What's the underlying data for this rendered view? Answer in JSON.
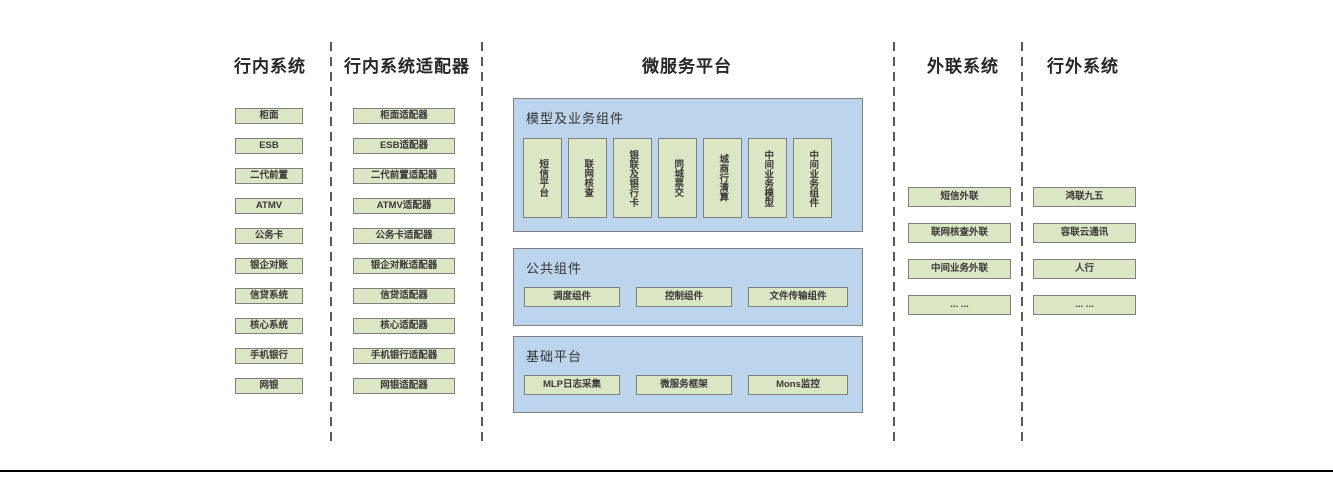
{
  "colors": {
    "box_fill": "#dbe6c5",
    "box_border": "#7f7f7f",
    "panel_fill": "#bdd5ec",
    "panel_border": "#808080",
    "text": "#3a3a3a",
    "header_text": "#262626",
    "separator": "#595959",
    "baseline": "#000000"
  },
  "columns": {
    "internal": {
      "title": "行内系统",
      "items": [
        "柜面",
        "ESB",
        "二代前置",
        "ATMV",
        "公务卡",
        "银企对账",
        "信贷系统",
        "核心系统",
        "手机银行",
        "网银"
      ]
    },
    "adapters": {
      "title": "行内系统适配器",
      "items": [
        "柜面适配器",
        "ESB适配器",
        "二代前置适配器",
        "ATMV适配器",
        "公务卡适配器",
        "银企对账适配器",
        "信贷适配器",
        "核心适配器",
        "手机银行适配器",
        "网银适配器"
      ]
    },
    "external_link": {
      "title": "外联系统",
      "items": [
        "短信外联",
        "联网核查外联",
        "中间业务外联",
        "... ..."
      ]
    },
    "outside": {
      "title": "行外系统",
      "items": [
        "鸿联九五",
        "容联云通讯",
        "人行",
        "... ..."
      ]
    }
  },
  "platform": {
    "title": "微服务平台",
    "panels": {
      "model": {
        "label": "模型及业务组件",
        "items": [
          "短信平台",
          "联网核查",
          "银联及银行卡",
          "同城票交",
          "城商行清算",
          "中间业务模型",
          "中间业务组件"
        ]
      },
      "common": {
        "label": "公共组件",
        "items": [
          "调度组件",
          "控制组件",
          "文件传输组件"
        ]
      },
      "base": {
        "label": "基础平台",
        "items": [
          "MLP日志采集",
          "微服务框架",
          "Mons监控"
        ]
      }
    }
  }
}
